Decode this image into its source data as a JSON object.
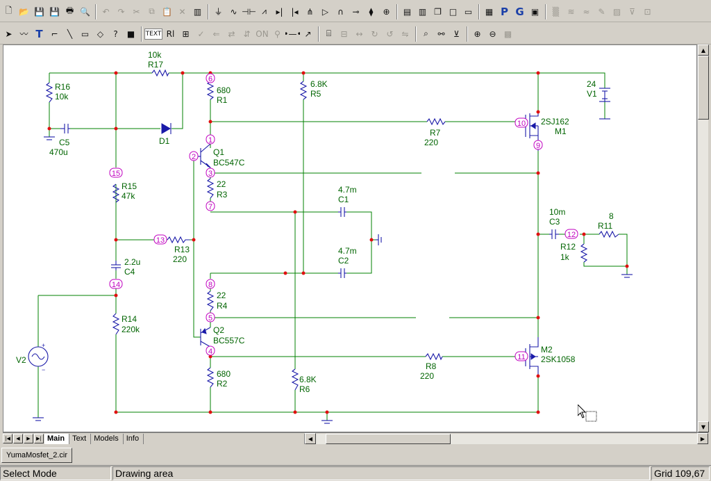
{
  "toolbar1": [
    {
      "name": "new-file-icon",
      "g": "🗋",
      "dis": false
    },
    {
      "name": "open-folder-icon",
      "g": "📂",
      "dis": false
    },
    {
      "name": "save-icon",
      "g": "💾",
      "dis": false
    },
    {
      "name": "save-all-icon",
      "g": "💾",
      "dis": false
    },
    {
      "name": "print-icon",
      "g": "🖶",
      "dis": false
    },
    {
      "name": "print-preview-icon",
      "g": "🔍",
      "dis": false
    },
    {
      "sep": true
    },
    {
      "name": "undo-icon",
      "g": "↶",
      "dis": true
    },
    {
      "name": "redo-icon",
      "g": "↷",
      "dis": true
    },
    {
      "name": "cut-icon",
      "g": "✂",
      "dis": true
    },
    {
      "name": "copy-icon",
      "g": "⧉",
      "dis": true
    },
    {
      "name": "paste-icon",
      "g": "📋",
      "dis": true
    },
    {
      "name": "delete-icon",
      "g": "✕",
      "dis": true
    },
    {
      "name": "component-icon",
      "g": "▥",
      "dis": false
    },
    {
      "sep": true
    },
    {
      "name": "ground-icon",
      "g": "⏚",
      "dis": false
    },
    {
      "name": "ac-source-icon",
      "g": "∿",
      "dis": false
    },
    {
      "name": "capacitor-icon",
      "g": "⊣⊢",
      "dis": false
    },
    {
      "name": "resistor-icon",
      "g": "⩘",
      "dis": false
    },
    {
      "name": "diode-icon",
      "g": "▸|",
      "dis": false
    },
    {
      "name": "zener-icon",
      "g": "|◂",
      "dis": false
    },
    {
      "name": "npn-icon",
      "g": "⋔",
      "dis": false
    },
    {
      "name": "opamp-icon",
      "g": "▷",
      "dis": false
    },
    {
      "name": "inductor-icon",
      "g": "∩",
      "dis": false
    },
    {
      "name": "switch-icon",
      "g": "⊸",
      "dis": false
    },
    {
      "name": "battery-icon",
      "g": "⧫",
      "dis": false
    },
    {
      "name": "source-icon",
      "g": "⊕",
      "dis": false
    },
    {
      "sep": true
    },
    {
      "name": "tile-h-icon",
      "g": "▤",
      "dis": false
    },
    {
      "name": "tile-v-icon",
      "g": "▥",
      "dis": false
    },
    {
      "name": "cascade-icon",
      "g": "❐",
      "dis": false
    },
    {
      "name": "window-icon",
      "g": "□",
      "dis": false
    },
    {
      "name": "window2-icon",
      "g": "▭",
      "dis": false
    },
    {
      "sep": true
    },
    {
      "name": "calculator-icon",
      "g": "▦",
      "dis": false
    },
    {
      "name": "probe-p-icon",
      "g": "P",
      "bold": true
    },
    {
      "name": "probe-g-icon",
      "g": "G",
      "bold": true
    },
    {
      "name": "window-list-icon",
      "g": "▣",
      "dis": false
    },
    {
      "sep": true
    },
    {
      "name": "grid-icon",
      "g": "▒",
      "dis": true
    },
    {
      "name": "wave-icon",
      "g": "≋",
      "dis": true
    },
    {
      "name": "wave2-icon",
      "g": "≈",
      "dis": true
    },
    {
      "name": "pen-icon",
      "g": "✎",
      "dis": true
    },
    {
      "name": "image-icon",
      "g": "▨",
      "dis": true
    },
    {
      "name": "vout-icon",
      "g": "⊽",
      "dis": true
    },
    {
      "name": "zoom-box-icon",
      "g": "⊡",
      "dis": true
    }
  ],
  "toolbar2": [
    {
      "name": "select-arrow-icon",
      "g": "➤",
      "dis": false
    },
    {
      "name": "wire-icon",
      "g": "〰",
      "dis": false
    },
    {
      "name": "text-icon",
      "g": "T",
      "bold": true
    },
    {
      "name": "line-step-icon",
      "g": "⌐",
      "dis": false
    },
    {
      "name": "line-icon",
      "g": "╲",
      "dis": false
    },
    {
      "name": "note-icon",
      "g": "▭",
      "dis": false
    },
    {
      "name": "shapes-icon",
      "g": "◇",
      "dis": false
    },
    {
      "name": "help-pointer-icon",
      "g": "?",
      "dis": false
    },
    {
      "name": "color-icon",
      "g": "■",
      "dis": false
    },
    {
      "sep": true
    },
    {
      "name": "text-mode-icon",
      "g": "TEXT",
      "txt": true
    },
    {
      "name": "attribute-icon",
      "g": "Rl",
      "dis": false
    },
    {
      "name": "pin-icon",
      "g": "⊞",
      "dis": false
    },
    {
      "name": "check-icon",
      "g": "✓",
      "dis": true
    },
    {
      "name": "arrow-left-icon",
      "g": "⇐",
      "dis": true
    },
    {
      "name": "mirror-icon",
      "g": "⇄",
      "dis": true
    },
    {
      "name": "flip-icon",
      "g": "⇵",
      "dis": true
    },
    {
      "name": "on-icon",
      "g": "ON",
      "dis": true
    },
    {
      "name": "node-icon",
      "g": "⚲",
      "dis": true
    },
    {
      "name": "node-line-icon",
      "g": "•—•",
      "dis": false
    },
    {
      "name": "cursor-node-icon",
      "g": "↗",
      "dis": false
    },
    {
      "sep": true
    },
    {
      "name": "properties-icon",
      "g": "⌸",
      "dis": false
    },
    {
      "name": "align-icon",
      "g": "⊟",
      "dis": true
    },
    {
      "name": "stretch-icon",
      "g": "↔",
      "dis": true
    },
    {
      "name": "rotate-icon",
      "g": "↻",
      "dis": true
    },
    {
      "name": "rotate2-icon",
      "g": "↺",
      "dis": true
    },
    {
      "name": "transform-icon",
      "g": "⇋",
      "dis": true
    },
    {
      "sep": true
    },
    {
      "name": "find-icon",
      "g": "⌕",
      "dis": false
    },
    {
      "name": "binoculars-icon",
      "g": "⚯",
      "dis": false
    },
    {
      "name": "marker-icon",
      "g": "⊻",
      "dis": false
    },
    {
      "sep": true
    },
    {
      "name": "zoom-in-icon",
      "g": "⊕",
      "dis": false
    },
    {
      "name": "zoom-out-icon",
      "g": "⊖",
      "dis": false
    },
    {
      "name": "camera-icon",
      "g": "▩",
      "dis": true
    }
  ],
  "labels": {
    "R16": [
      "R16",
      "10k"
    ],
    "R17": [
      "10k",
      "R17"
    ],
    "C5": [
      "C5",
      "470u"
    ],
    "D1": [
      "D1"
    ],
    "R1": [
      "680",
      "R1"
    ],
    "R5": [
      "6.8K",
      "R5"
    ],
    "R7": [
      "R7",
      "220"
    ],
    "M1": [
      "2SJ162",
      "M1"
    ],
    "V1": [
      "24",
      "V1"
    ],
    "Q1": [
      "Q1",
      "BC547C"
    ],
    "R3": [
      "22",
      "R3"
    ],
    "C1": [
      "4.7m",
      "C1"
    ],
    "R15": [
      "R15",
      "47k"
    ],
    "R13": [
      "R13",
      "220"
    ],
    "C3": [
      "10m",
      "C3"
    ],
    "R11": [
      "8",
      "R11"
    ],
    "R12": [
      "R12",
      "1k"
    ],
    "C4": [
      "2.2u",
      "C4"
    ],
    "C2": [
      "4.7m",
      "C2"
    ],
    "R4": [
      "22",
      "R4"
    ],
    "Q2": [
      "Q2",
      "BC557C"
    ],
    "R14": [
      "R14",
      "220k"
    ],
    "V2": [
      "V2"
    ],
    "M2": [
      "M2",
      "2SK1058"
    ],
    "R8": [
      "R8",
      "220"
    ],
    "R6": [
      "6.8K",
      "R6"
    ],
    "R2": [
      "680",
      "R2"
    ]
  },
  "nodes": [
    "6",
    "1",
    "2",
    "3",
    "7",
    "15",
    "13",
    "14",
    "8",
    "5",
    "4",
    "10",
    "9",
    "12",
    "11"
  ],
  "sheet_tabs": [
    "Main",
    "Text",
    "Models",
    "Info"
  ],
  "file_tab": "YumaMosfet_2.cir",
  "status": {
    "mode": "Select Mode",
    "area": "Drawing area",
    "grid": "Grid 109,67"
  }
}
